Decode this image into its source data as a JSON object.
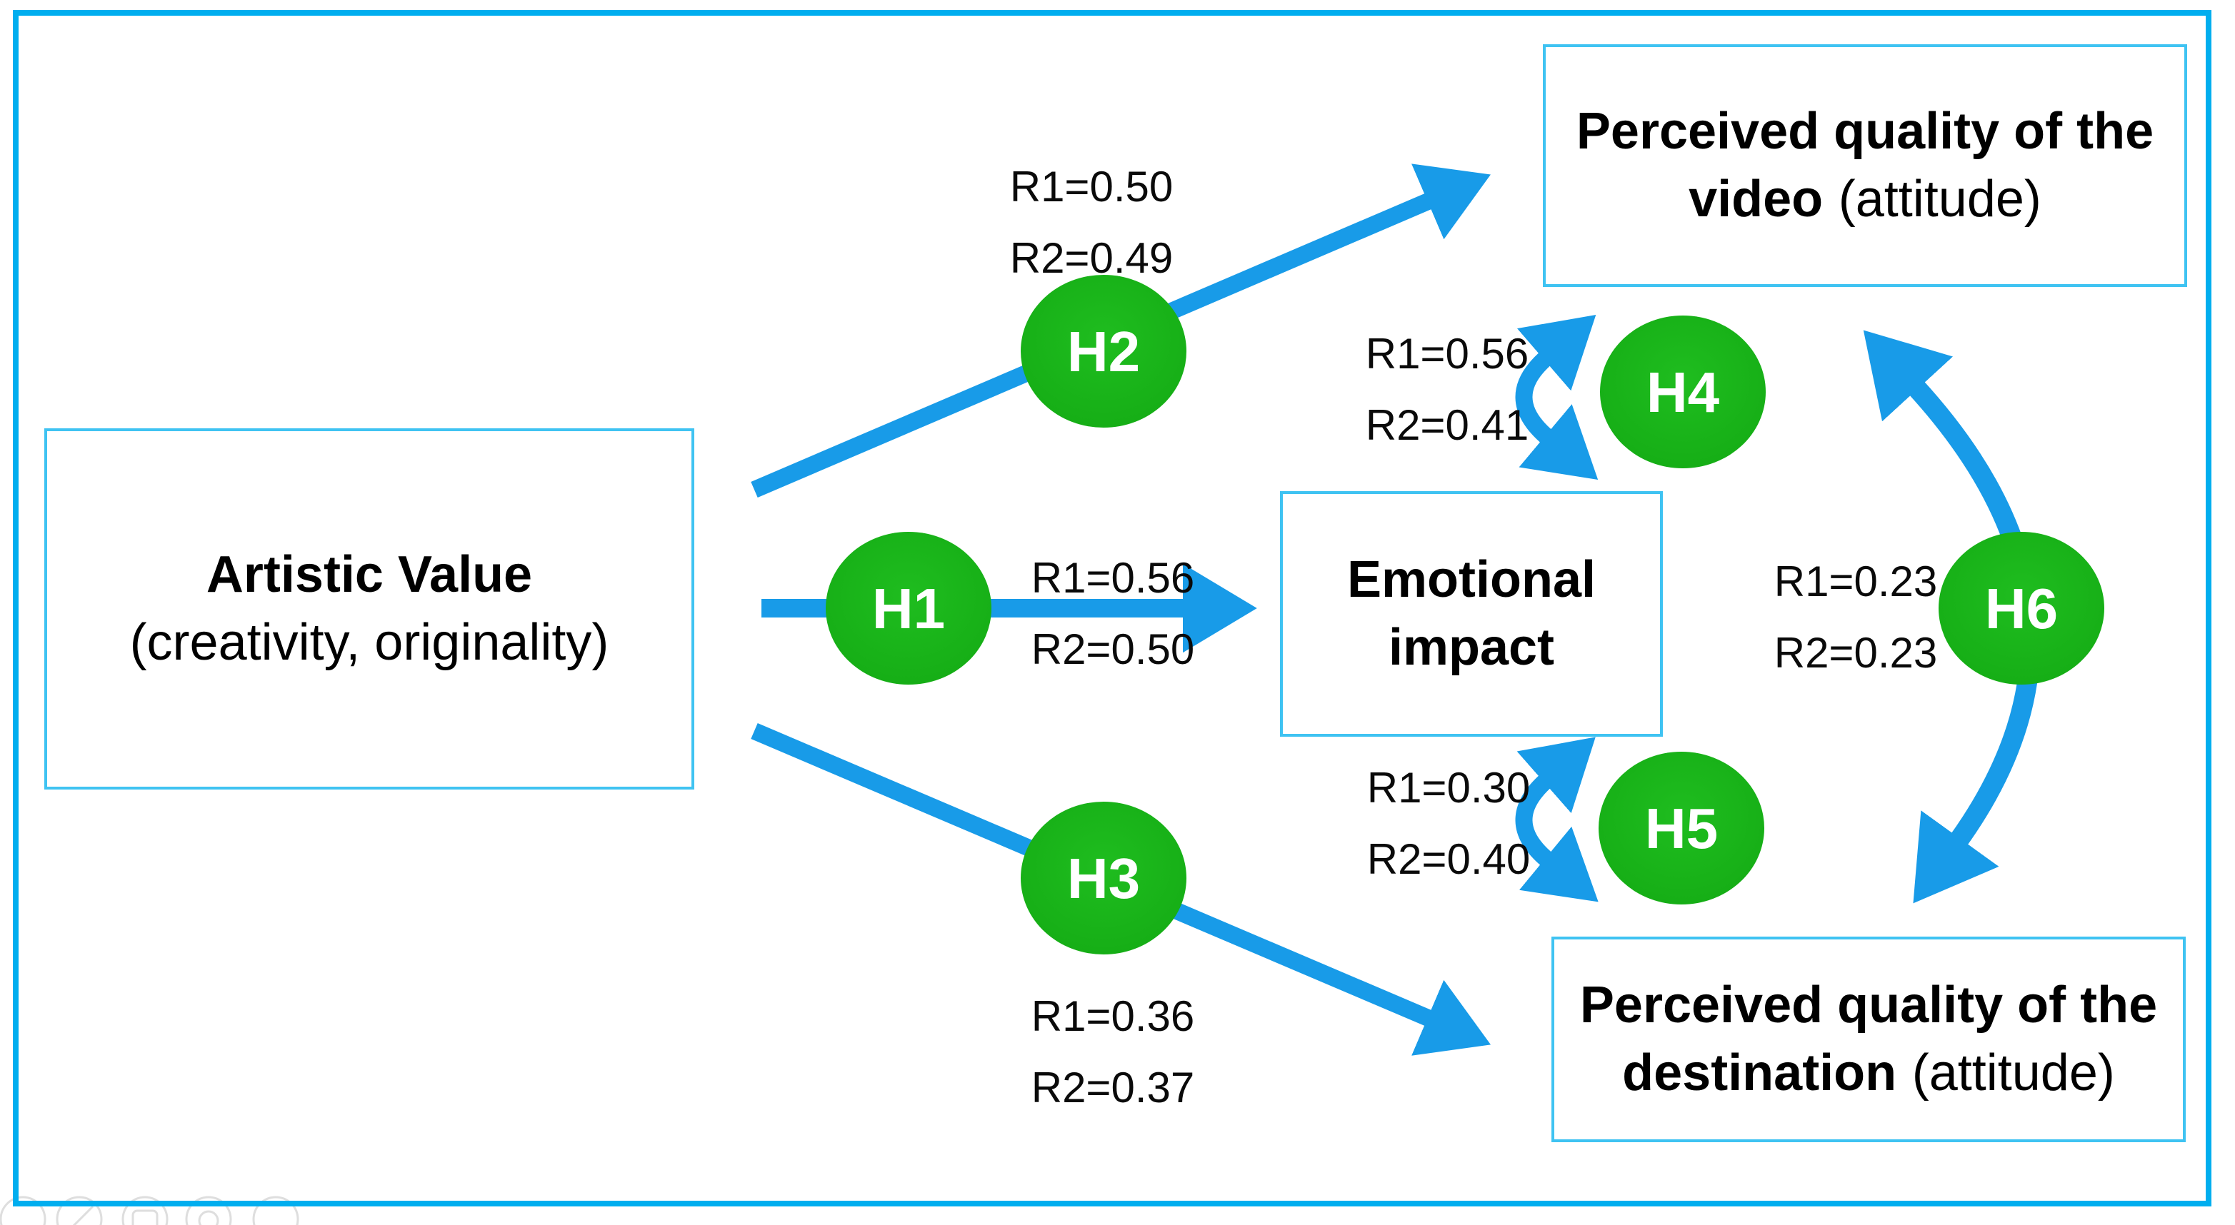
{
  "figure": {
    "frame_color": "#00AEEF",
    "box_border_color": "#3FC3F2",
    "arrow_color": "#189BE8",
    "node_color": "#17B017",
    "node_text_color": "#FFFFFF"
  },
  "boxes": {
    "artistic": {
      "line1_bold": "Artistic Value",
      "line2": "(creativity, originality)"
    },
    "video": {
      "line1_bold": "Perceived quality of the",
      "line2_bold": "video",
      "line2_note": "(attitude)"
    },
    "emotional": {
      "line1_bold": "Emotional",
      "line2_bold": "impact"
    },
    "destination": {
      "line1_bold": "Perceived quality of the",
      "line2_bold": "destination",
      "line2_note": "(attitude)"
    }
  },
  "hypotheses": {
    "h1": {
      "label": "H1",
      "r1": "R1=0.56",
      "r2": "R2=0.50"
    },
    "h2": {
      "label": "H2",
      "r1": "R1=0.50",
      "r2": "R2=0.49"
    },
    "h3": {
      "label": "H3",
      "r1": "R1=0.36",
      "r2": "R2=0.37"
    },
    "h4": {
      "label": "H4",
      "r1": "R1=0.56",
      "r2": "R2=0.41"
    },
    "h5": {
      "label": "H5",
      "r1": "R1=0.30",
      "r2": "R2=0.40"
    },
    "h6": {
      "label": "H6",
      "r1": "R1=0.23",
      "r2": "R2=0.23"
    }
  }
}
